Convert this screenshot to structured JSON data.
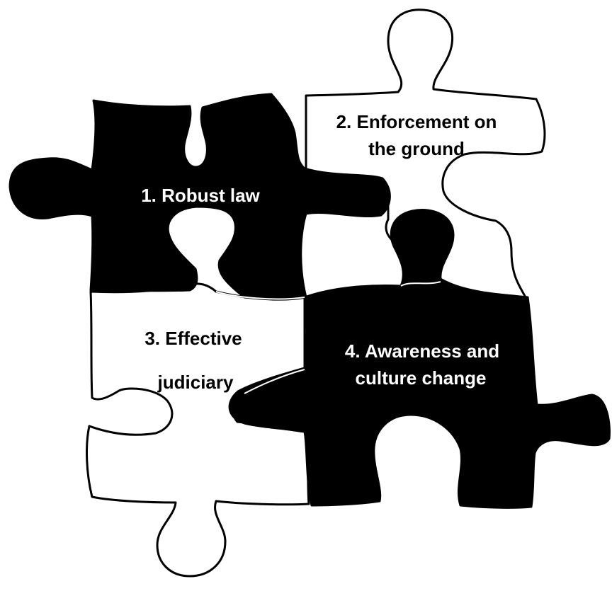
{
  "diagram": {
    "pieces": [
      {
        "id": "piece-1",
        "color": "#000000",
        "label_lines": [
          "1. Robust law"
        ]
      },
      {
        "id": "piece-2",
        "color": "#ffffff",
        "label_lines": [
          "2. Enforcement on",
          "the ground"
        ]
      },
      {
        "id": "piece-3",
        "color": "#ffffff",
        "label_lines": [
          "3. Effective",
          "judiciary"
        ]
      },
      {
        "id": "piece-4",
        "color": "#000000",
        "label_lines": [
          "4. Awareness and",
          "culture change"
        ]
      }
    ]
  }
}
